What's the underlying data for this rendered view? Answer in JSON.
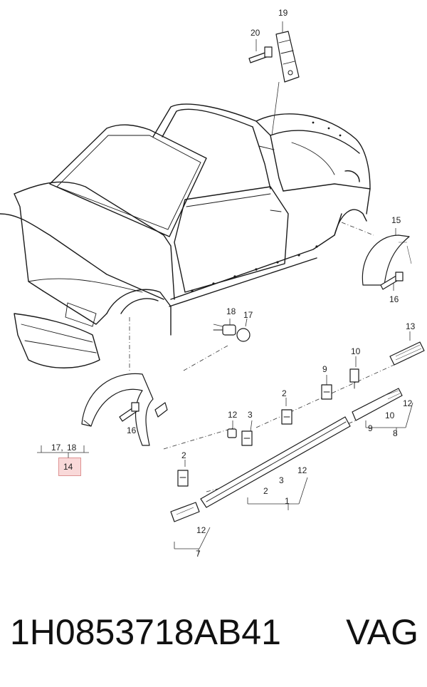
{
  "callouts": {
    "c1": "1",
    "c2a": "2",
    "c2b": "2",
    "c2c": "2",
    "c3a": "3",
    "c3b": "3",
    "c7": "7",
    "c8": "8",
    "c9": "9",
    "c9b": "9",
    "c10a": "10",
    "c10b": "10",
    "c12a": "12",
    "c12b": "12",
    "c12c": "12",
    "c12d": "12",
    "c13": "13",
    "c14": "14",
    "c15": "15",
    "c16a": "16",
    "c16b": "16",
    "c17a": "17,",
    "c17b": "17",
    "c18a": "18",
    "c18b": "18",
    "c19": "19",
    "c20": "20"
  },
  "footer": {
    "part_number": "1H0853718AB41",
    "brand": "VAG"
  },
  "colors": {
    "highlight": "#e87878",
    "line": "#1a1a1a"
  }
}
